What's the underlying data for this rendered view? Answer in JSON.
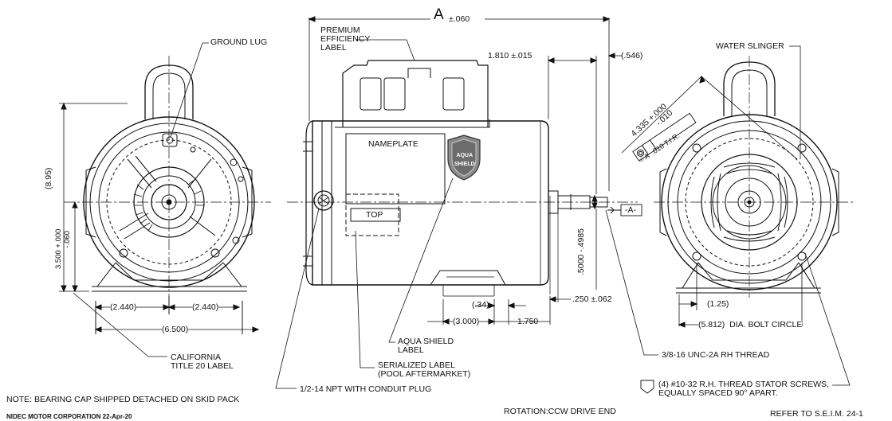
{
  "labels": {
    "ground_lug": "GROUND LUG",
    "premium_eff": "PREMIUM\nEFFICIENCY\nLABEL",
    "dim_a": "A",
    "dim_a_tol": "±.060",
    "dim_1810": "1.810 ±.015",
    "dim_546": "(.546)",
    "water_slinger": "WATER SLINGER",
    "dim_4335": "4.335 +.000\n           -.010",
    "gdt": "⌾ A  .010 T.I.R.",
    "nameplate": "NAMEPLATE",
    "aqua_badge": "AQUA\nSHIELD",
    "dim_895": "(8.95)",
    "dim_3500": "3.500 +.000\n          -.060",
    "top": "TOP",
    "datum_a": "-A-",
    "dim_5000": ".5000 -.4985",
    "dim_34": "(.34)",
    "dim_250": ".250 ±.062",
    "dim_3000": "(3.000)",
    "dim_1750": "1.750",
    "dim_2440_l": "(2.440)",
    "dim_2440_r": "(2.440)",
    "dim_6500": "(6.500)",
    "dim_125": "(1.25)",
    "dim_5812": "(5.812)  DIA. BOLT CIRCLE",
    "aqua_label": "AQUA SHIELD\nLABEL",
    "thread": "3/8-16 UNC-2A RH THREAD",
    "california": "CALIFORNIA\nTITLE 20 LABEL",
    "serialized": "SERIALIZED LABEL\n(POOL AFTERMARKET)",
    "screws": "(4) #10-32 R.H. THREAD STATOR SCREWS,\nEQUALLY SPACED 90° APART.",
    "npt": "1/2-14 NPT WITH CONDUIT PLUG",
    "note": "NOTE: BEARING CAP SHIPPED DETACHED ON SKID PACK",
    "company": "NIDEC MOTOR CORPORATION 22-Apr-20",
    "rotation": "ROTATION:CCW DRIVE END",
    "refer": "REFER TO S.E.I.M. 24-1"
  }
}
